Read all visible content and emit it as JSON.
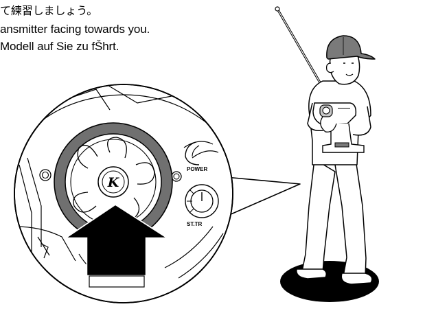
{
  "instructions": {
    "japanese": "て練習しましょう。",
    "english": "ansmitter facing towards you.",
    "german": "Modell auf Sie zu fŠhrt."
  },
  "transmitter_panel": {
    "power_label": "POWER",
    "steering_trim_label": "ST.TR",
    "logo_letter": "K"
  },
  "colors": {
    "ink": "#000000",
    "paper": "#ffffff",
    "wheel_ring": "#707070",
    "arrow": "#000000"
  },
  "icons": {
    "direction_arrow": "up-arrow-icon"
  }
}
